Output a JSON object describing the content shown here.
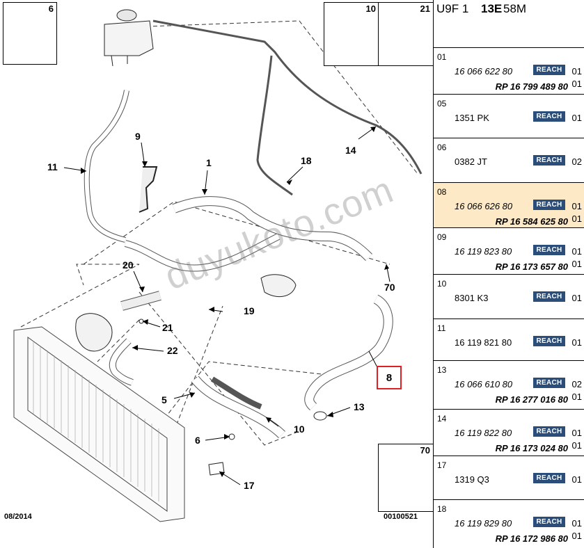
{
  "diagram": {
    "callouts": [
      "1",
      "5",
      "6",
      "8",
      "9",
      "10",
      "11",
      "13",
      "14",
      "17",
      "18",
      "19",
      "20",
      "21",
      "22",
      "70"
    ],
    "boxes": {
      "box_6": "6",
      "box_10": "10",
      "box_21": "21",
      "box_70": "70"
    },
    "footer_date": "08/2014",
    "footer_code": "00100521",
    "watermark": "duyukoto.com",
    "highlight_color": "#e02020"
  },
  "parts_table": {
    "header": {
      "part1": "U9F 1 ",
      "part2": "13E",
      "part3": " 58M"
    },
    "reach_label": "REACH",
    "reach_color": "#2a4d7a",
    "highlight_color": "#fde9c6",
    "rows": [
      {
        "pos": "01",
        "ref": "16 066 622 80",
        "ref_italic": true,
        "ref2": "RP 16 799 489 80",
        "qty": [
          "01",
          "01"
        ],
        "highlight": false
      },
      {
        "pos": "05",
        "ref": "1351 PK",
        "ref_italic": false,
        "ref2": "",
        "qty": [
          "01"
        ],
        "highlight": false
      },
      {
        "pos": "06",
        "ref": "0382 JT",
        "ref_italic": false,
        "ref2": "",
        "qty": [
          "02"
        ],
        "highlight": false
      },
      {
        "pos": "08",
        "ref": "16 066 626 80",
        "ref_italic": true,
        "ref2": "RP 16 584 625 80",
        "qty": [
          "01",
          "01"
        ],
        "highlight": true
      },
      {
        "pos": "09",
        "ref": "16 119 823 80",
        "ref_italic": true,
        "ref2": "RP 16 173 657 80",
        "qty": [
          "01",
          "01"
        ],
        "highlight": false
      },
      {
        "pos": "10",
        "ref": "8301 K3",
        "ref_italic": false,
        "ref2": "",
        "qty": [
          "01"
        ],
        "highlight": false
      },
      {
        "pos": "11",
        "ref": "16 119 821 80",
        "ref_italic": false,
        "ref2": "",
        "qty": [
          "01"
        ],
        "highlight": false
      },
      {
        "pos": "13",
        "ref": "16 066 610 80",
        "ref_italic": true,
        "ref2": "RP 16 277 016 80",
        "qty": [
          "02",
          "01"
        ],
        "highlight": false
      },
      {
        "pos": "14",
        "ref": "16 119 822 80",
        "ref_italic": true,
        "ref2": "RP 16 173 024 80",
        "qty": [
          "01",
          "01"
        ],
        "highlight": false
      },
      {
        "pos": "17",
        "ref": "1319 Q3",
        "ref_italic": false,
        "ref2": "",
        "qty": [
          "01"
        ],
        "highlight": false
      },
      {
        "pos": "18",
        "ref": "16 119 829 80",
        "ref_italic": true,
        "ref2": "RP 16 172 986 80",
        "qty": [
          "01",
          "01"
        ],
        "highlight": false
      }
    ]
  }
}
